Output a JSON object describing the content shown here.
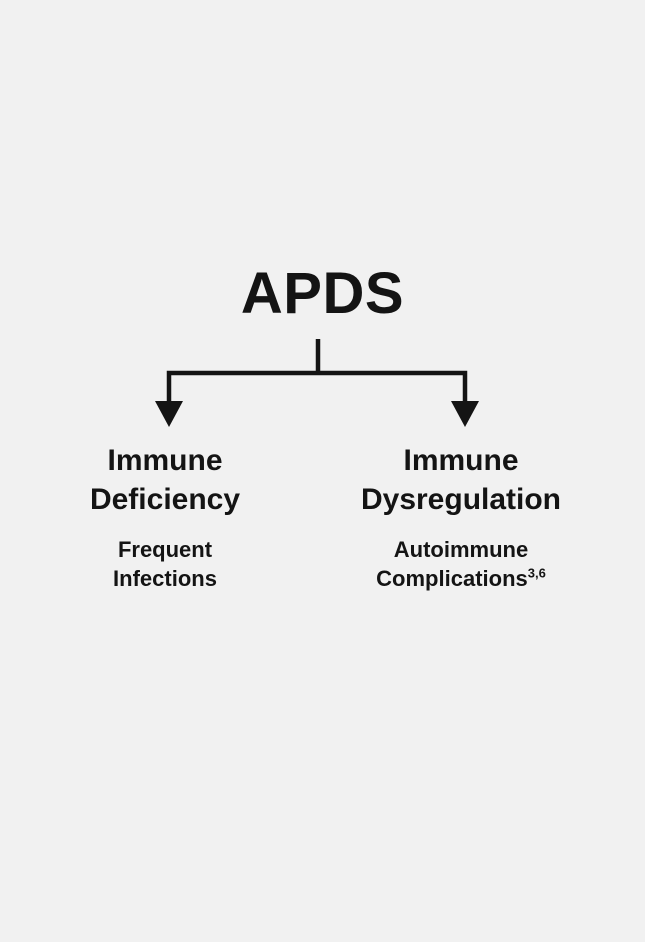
{
  "colors": {
    "background": "#f1f1f1",
    "text": "#141414"
  },
  "diagram": {
    "root_label": "APDS",
    "branches": [
      {
        "title_line1": "Immune",
        "title_line2": "Deficiency",
        "subtitle_line1": "Frequent",
        "subtitle_line2": "Infections"
      },
      {
        "title_line1": "Immune",
        "title_line2": "Dysregulation",
        "subtitle_line1": "Autoimmune",
        "subtitle_line2": "Complications",
        "subtitle_superscript": "3,6"
      }
    ]
  }
}
